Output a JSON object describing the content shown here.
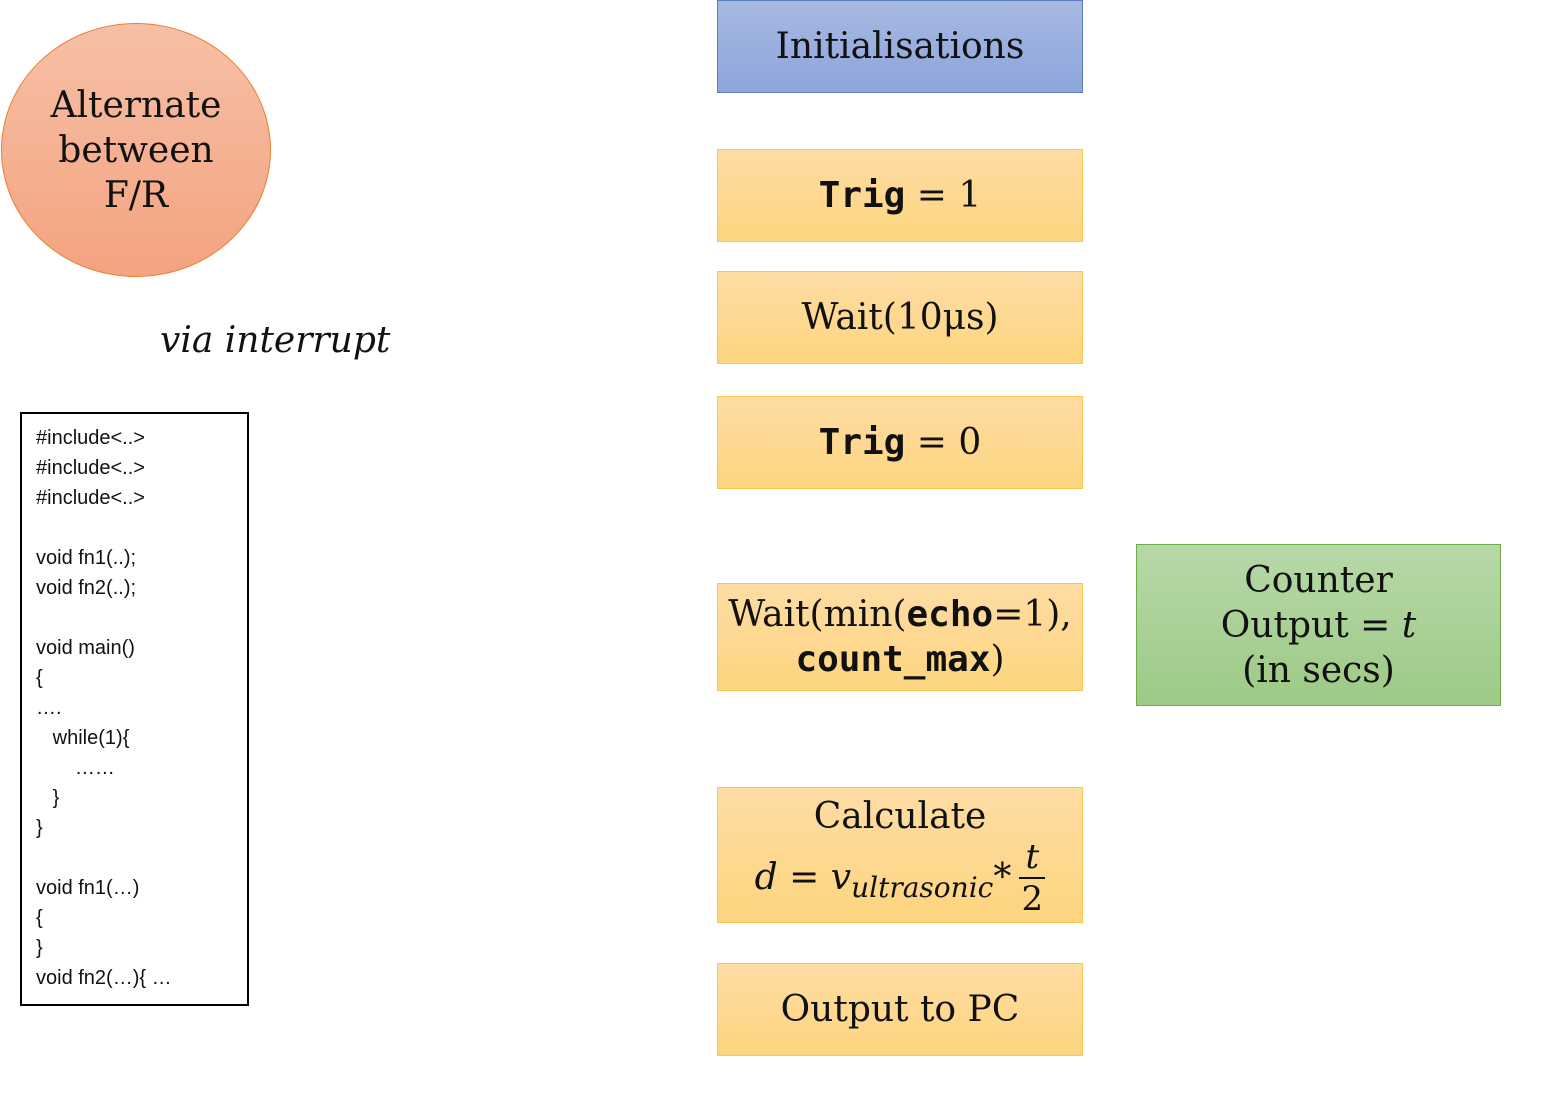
{
  "circle": {
    "lines": [
      "Alternate",
      "between",
      "F/R"
    ]
  },
  "via_label": "via interrupt",
  "code": {
    "lines": [
      "#include<..>",
      "#include<..>",
      "#include<..>",
      "",
      "void fn1(..);",
      "void fn2(..);",
      "",
      "void main()",
      "{",
      "….",
      "   while(1){",
      "       ……",
      "   }",
      "}",
      "",
      "void fn1(…)",
      "{",
      "}",
      "void fn2(…){ …"
    ]
  },
  "flow": {
    "init": "Initialisations",
    "trig1": {
      "var": "Trig",
      "rest": " = 1"
    },
    "wait10": "Wait(10μs)",
    "trig0": {
      "var": "Trig",
      "rest": " = 0"
    },
    "wait_echo": {
      "part1": "Wait(min(",
      "echo": "echo",
      "part2": "=1),",
      "count": "count_max",
      "part3": ")"
    },
    "calculate": {
      "title": "Calculate",
      "lhs": "d = v",
      "sub": "ultrasonic",
      "op": " *",
      "num": "t",
      "den": "2"
    },
    "output": "Output to PC"
  },
  "counter": {
    "line1": "Counter",
    "line2_text": "Output = ",
    "line2_var": "t",
    "line3": "(in secs)"
  }
}
